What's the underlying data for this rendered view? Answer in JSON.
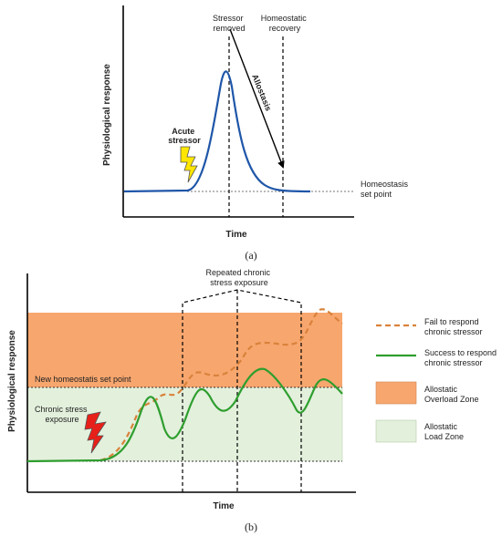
{
  "panel_a": {
    "caption": "(a)",
    "y_axis_label": "Physiological response",
    "x_axis_label": "Time",
    "labels": {
      "stressor_removed": [
        "Stressor",
        "removed"
      ],
      "homeostatic_recovery": [
        "Homeostatic",
        "recovery"
      ],
      "allostasis": "Allostasis",
      "acute_stressor": [
        "Acute",
        "stressor"
      ],
      "homeostasis_set_point": [
        "Homeostasis",
        "set point"
      ]
    },
    "colors": {
      "curve": "#1f56a8",
      "bolt": "#ffe600",
      "arrow": "#000000"
    }
  },
  "panel_b": {
    "caption": "(b)",
    "y_axis_label": "Physiological response",
    "x_axis_label": "Time",
    "labels": {
      "repeated_exposure": [
        "Repeated chronic",
        "stress exposure"
      ],
      "new_set_point": "New homeostatis set point",
      "chronic_exposure": [
        "Chronic stress",
        "exposure"
      ]
    },
    "legend": [
      {
        "style": "dashed-line",
        "color": "#d9823b",
        "lines": [
          "Fail to respond",
          "chronic stressor"
        ]
      },
      {
        "style": "solid-line",
        "color": "#2e9e2e",
        "lines": [
          "Success to respond",
          "chronic stressor"
        ]
      },
      {
        "style": "box",
        "color": "#f7a66e",
        "lines": [
          "Allostatic",
          "Overload Zone"
        ]
      },
      {
        "style": "box",
        "color": "#e3f0dc",
        "lines": [
          "Allostatic",
          "Load Zone"
        ]
      }
    ],
    "colors": {
      "overload_zone": "#f7a66e",
      "load_zone": "#e3f0dc",
      "bolt": "#e8201a"
    }
  }
}
